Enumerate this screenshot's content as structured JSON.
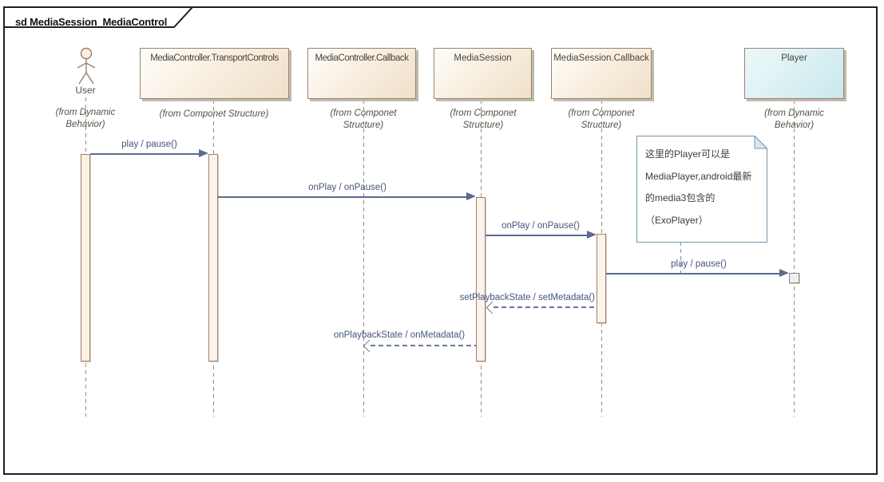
{
  "frame": {
    "title": "sd MediaSession_MediaControl"
  },
  "lifelines": [
    {
      "name": "User",
      "from": "(from Dynamic Behavior)",
      "kind": "actor"
    },
    {
      "name": "MediaController.TransportControls",
      "from": "(from Componet Structure)",
      "kind": "object"
    },
    {
      "name": "MediaController.Callback",
      "from": "(from Componet Structure)",
      "kind": "object"
    },
    {
      "name": "MediaSession",
      "from": "(from Componet Structure)",
      "kind": "object"
    },
    {
      "name": "MediaSession.Callback",
      "from": "(from Componet Structure)",
      "kind": "object"
    },
    {
      "name": "Player",
      "from": "(from Dynamic Behavior)",
      "kind": "object"
    }
  ],
  "messages": [
    {
      "label": "play / pause()",
      "from": "User",
      "to": "MediaController.TransportControls",
      "line": "solid"
    },
    {
      "label": "onPlay / onPause()",
      "from": "MediaController.TransportControls",
      "to": "MediaSession",
      "line": "solid"
    },
    {
      "label": "onPlay / onPause()",
      "from": "MediaSession",
      "to": "MediaSession.Callback",
      "line": "solid"
    },
    {
      "label": "play / pause()",
      "from": "MediaSession.Callback",
      "to": "Player",
      "line": "solid"
    },
    {
      "label": "setPlaybackState / setMetadata()",
      "from": "MediaSession.Callback",
      "to": "MediaSession",
      "line": "dashed"
    },
    {
      "label": "onPlaybackState / onMetadata()",
      "from": "MediaSession",
      "to": "MediaController.Callback",
      "line": "dashed"
    }
  ],
  "note": {
    "lines": [
      "这里的Player可以是",
      "MediaPlayer,android最新",
      "的media3包含的",
      "（ExoPlayer）"
    ]
  },
  "colors": {
    "object_fill_top": "#fffefb",
    "object_fill_bottom": "#efe0c9",
    "object_border": "#9a8273",
    "player_fill": "#c8e8ec",
    "activation_fill": "#fbf1e2",
    "message_line": "#5b6a8f",
    "note_border": "#7396ac",
    "frame_border": "#212121"
  }
}
